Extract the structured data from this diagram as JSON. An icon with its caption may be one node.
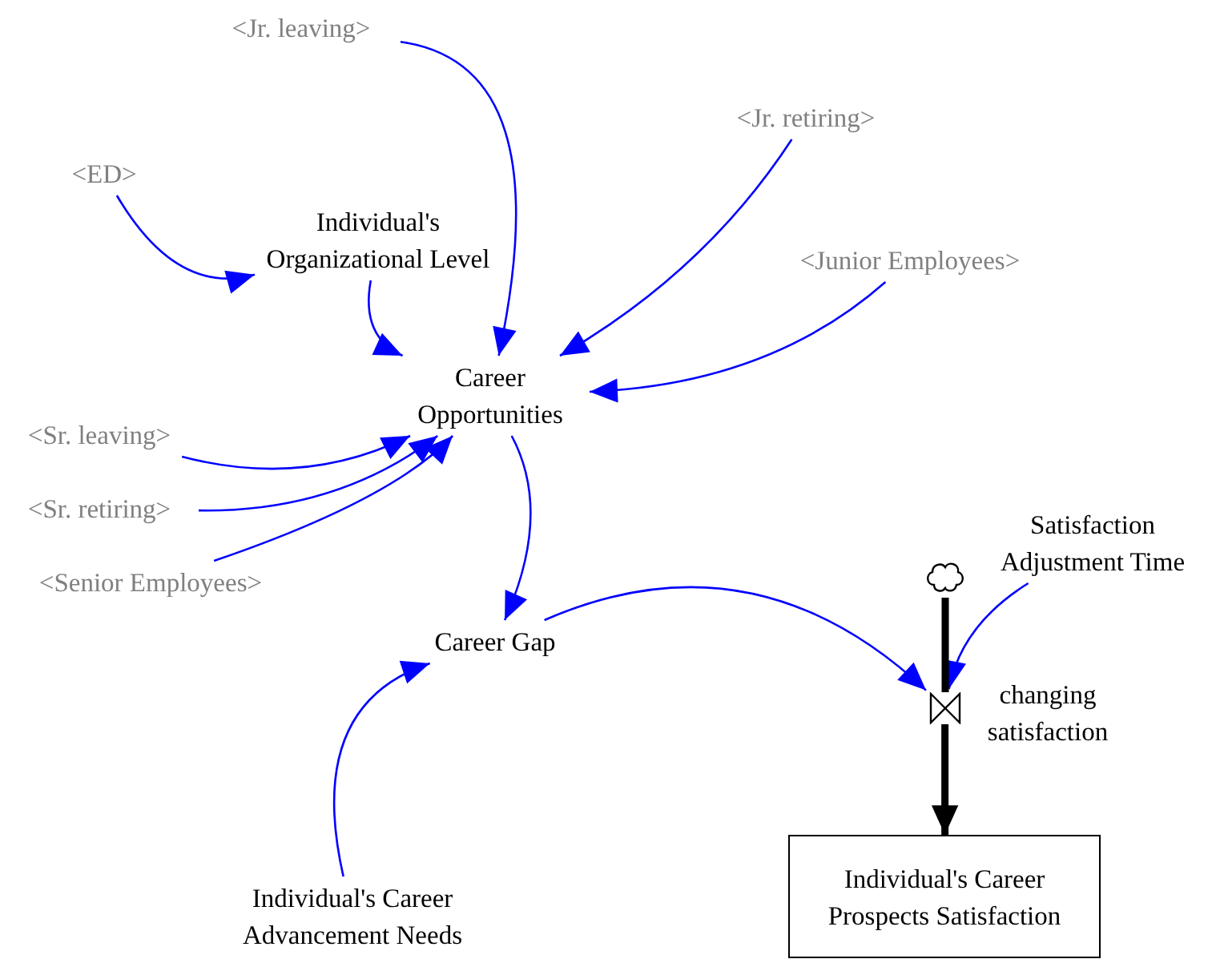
{
  "diagram": {
    "nodes": [
      {
        "text": [
          "<Jr. leaving>"
        ]
      },
      {
        "text": [
          "<Jr. retiring>"
        ]
      },
      {
        "text": [
          "<ED>"
        ]
      },
      {
        "text": [
          "Individual's Organizational Level"
        ]
      },
      {
        "text": [
          "<Junior Employees>"
        ]
      },
      {
        "text": [
          "Career Opportunities"
        ]
      },
      {
        "text": [
          "<Sr. leaving>"
        ]
      },
      {
        "text": [
          "<Sr. retiring>"
        ]
      },
      {
        "text": [
          "<Senior Employees>"
        ]
      },
      {
        "text": [
          "Satisfaction Adjustment Time"
        ]
      },
      {
        "text": [],
        "shape": "cloud"
      },
      {
        "text": [],
        "shape": "valve",
        "beside": [
          "changing satisfaction"
        ]
      },
      {
        "text": [
          "Career Gap"
        ]
      },
      {
        "text": [
          "Individual's Career Advancement Needs"
        ]
      },
      {
        "text": [
          "Individual's Career Prospects Satisfaction"
        ]
      }
    ],
    "edges": [
      {
        "from": 0,
        "to": 5,
        "arrow": "to"
      },
      {
        "from": 1,
        "to": 5,
        "arrow": "to"
      },
      {
        "from": 2,
        "to": 3,
        "arrow": "to"
      },
      {
        "from": 3,
        "to": 5,
        "arrow": "to"
      },
      {
        "from": 4,
        "to": 5,
        "arrow": "to"
      },
      {
        "from": 6,
        "to": 5,
        "arrow": "to"
      },
      {
        "from": 7,
        "to": 5,
        "arrow": "to"
      },
      {
        "from": 8,
        "to": 5,
        "arrow": "to"
      },
      {
        "from": 5,
        "to": 12,
        "arrow": "to"
      },
      {
        "from": 13,
        "to": 12,
        "arrow": "to"
      },
      {
        "from": 12,
        "to": 11,
        "arrow": "to"
      },
      {
        "from": 9,
        "to": 11,
        "arrow": "to"
      },
      {
        "from": 10,
        "to": 11,
        "arrow": "none",
        "style": "thick",
        "color": "#000000"
      },
      {
        "from": 11,
        "to": 14,
        "arrow": "to",
        "style": "thick",
        "color": "#000000"
      }
    ]
  }
}
